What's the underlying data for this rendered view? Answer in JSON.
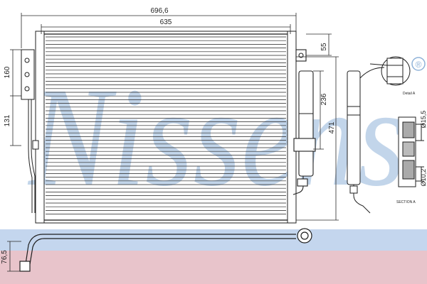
{
  "watermark": {
    "text": "Nissens",
    "registered_mark": "®",
    "color": "#8fb2d8",
    "band_color": "#c4d6ee",
    "footer_color": "#e8c4cb"
  },
  "dimensions": {
    "overall_width": "696,6",
    "core_width": "635",
    "top_offset": "55",
    "drier_height": "236",
    "core_height": "471",
    "left_upper": "160",
    "left_lower": "131",
    "pipe_height": "76,5",
    "diameter_large": "Ø15,5",
    "diameter_small": "Ø10,2"
  },
  "labels": {
    "detail": "Detail A",
    "section": "SECTION A"
  },
  "colors": {
    "line": "#1f1f1f",
    "dim": "#2a2a2a"
  }
}
